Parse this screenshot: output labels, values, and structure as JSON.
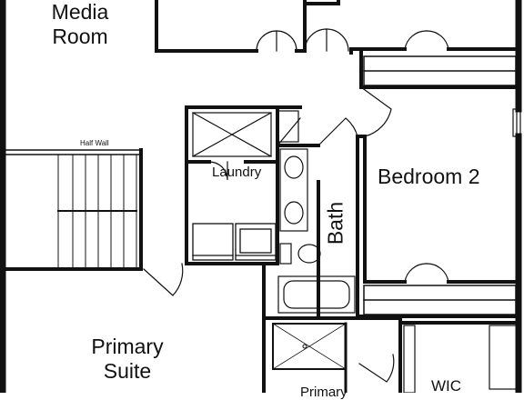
{
  "plan": {
    "rooms": {
      "media_room": [
        "Media",
        "Room"
      ],
      "bedroom2": "Bedroom 2",
      "laundry": "Laundry",
      "bath": "Bath",
      "primary_suite": [
        "Primary",
        "Suite"
      ],
      "wic": "WIC",
      "primary_bath_partial": "Primary"
    },
    "annotations": {
      "half_wall": "Half Wall"
    },
    "colors": {
      "wall": "#111111",
      "fixture": "#333333",
      "background": "#ffffff"
    }
  }
}
